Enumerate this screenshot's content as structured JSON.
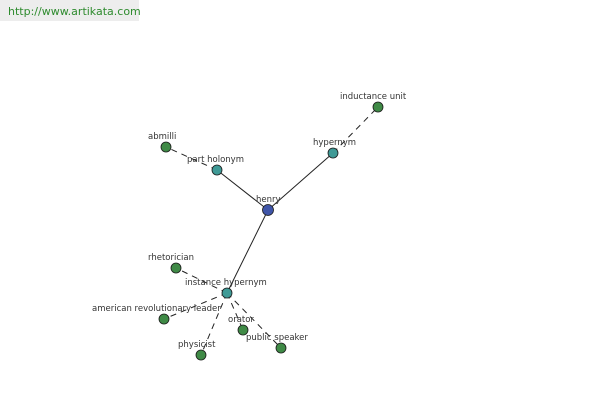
{
  "watermark": {
    "text": "http://www.artikata.com"
  },
  "graph": {
    "colors": {
      "center_node": "#3f55a8",
      "relation_node": "#3f9a96",
      "leaf_node": "#3f8a46",
      "edge": "#222222",
      "node_outline": "#1a1a1a"
    },
    "nodes": [
      {
        "id": "henry",
        "label": "henry",
        "kind": "center"
      },
      {
        "id": "part-holonym",
        "label": "part holonym",
        "kind": "relation"
      },
      {
        "id": "hypernym",
        "label": "hypernym",
        "kind": "relation"
      },
      {
        "id": "instance-hypernym",
        "label": "instance hypernym",
        "kind": "relation"
      },
      {
        "id": "abmilli",
        "label": "abmilli",
        "kind": "leaf"
      },
      {
        "id": "inductance-unit",
        "label": "inductance unit",
        "kind": "leaf"
      },
      {
        "id": "rhetorician",
        "label": "rhetorician",
        "kind": "leaf"
      },
      {
        "id": "american-revolutionary-leader",
        "label": "american revolutionary leader",
        "kind": "leaf"
      },
      {
        "id": "physicist",
        "label": "physicist",
        "kind": "leaf"
      },
      {
        "id": "orator",
        "label": "orator",
        "kind": "leaf"
      },
      {
        "id": "public-speaker",
        "label": "public speaker",
        "kind": "leaf"
      }
    ],
    "edges": [
      {
        "from": "henry",
        "to": "part-holonym",
        "style": "solid"
      },
      {
        "from": "henry",
        "to": "hypernym",
        "style": "solid"
      },
      {
        "from": "henry",
        "to": "instance-hypernym",
        "style": "solid"
      },
      {
        "from": "part-holonym",
        "to": "abmilli",
        "style": "dashed"
      },
      {
        "from": "hypernym",
        "to": "inductance-unit",
        "style": "dashed"
      },
      {
        "from": "instance-hypernym",
        "to": "rhetorician",
        "style": "dashed"
      },
      {
        "from": "instance-hypernym",
        "to": "american-revolutionary-leader",
        "style": "dashed"
      },
      {
        "from": "instance-hypernym",
        "to": "physicist",
        "style": "dashed"
      },
      {
        "from": "instance-hypernym",
        "to": "orator",
        "style": "dashed"
      },
      {
        "from": "instance-hypernym",
        "to": "public-speaker",
        "style": "dashed"
      }
    ]
  }
}
